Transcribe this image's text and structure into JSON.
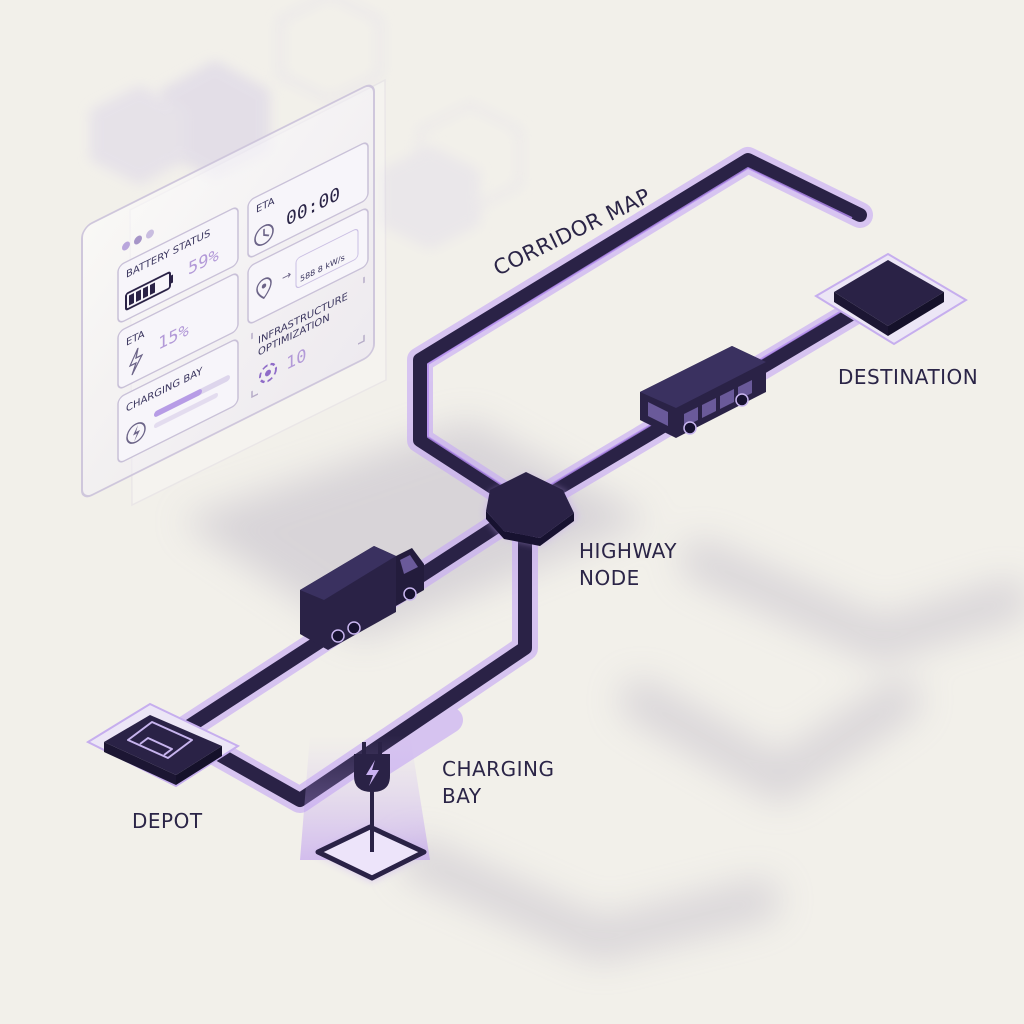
{
  "map": {
    "title": "CORRIDOR MAP",
    "nodes": {
      "destination": "DESTINATION",
      "highway_line1": "HIGHWAY",
      "highway_line2": "NODE",
      "charging_line1": "CHARGING",
      "charging_line2": "BAY",
      "depot": "DEPOT"
    },
    "vehicles": [
      "bus-icon",
      "truck-icon"
    ]
  },
  "panel": {
    "battery_label": "BATTERY STATUS",
    "battery_value": "59%",
    "eta_label": "ETA",
    "eta_time": "00:00",
    "eta2_label": "ETA",
    "eta2_value": "15%",
    "infra_label_line1": "INFRASTRUCTURE",
    "infra_label_line2": "OPTIMIZATION",
    "infra_value": "10",
    "charging_bay_label": "CHARGING BAY",
    "speed_value": "588 8 kW/s"
  },
  "colors": {
    "accent": "#9b6fe0",
    "route": "#2a2246",
    "glow": "#c5a8f2",
    "background": "#f2f0ea"
  }
}
